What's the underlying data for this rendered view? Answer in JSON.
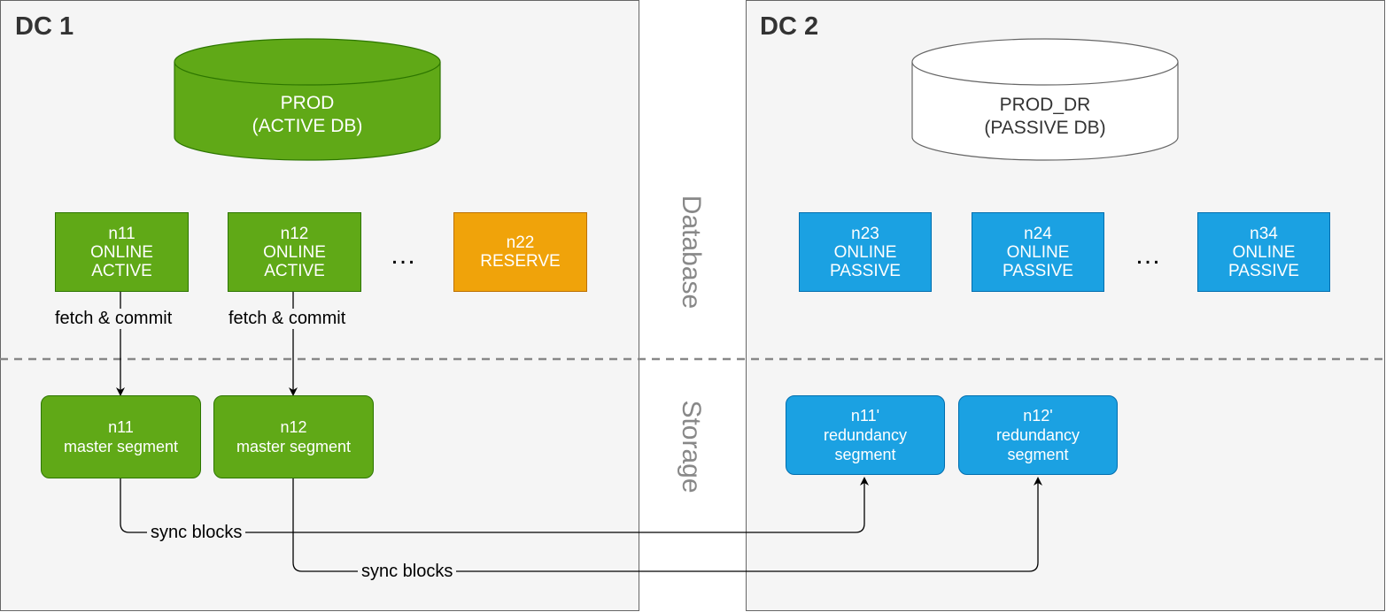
{
  "dc1": {
    "title": "DC 1",
    "db": {
      "name": "PROD",
      "role": "(ACTIVE DB)",
      "color": "#60a917"
    },
    "nodes": [
      {
        "id": "n11",
        "state": "ONLINE",
        "role": "ACTIVE"
      },
      {
        "id": "n12",
        "state": "ONLINE",
        "role": "ACTIVE"
      }
    ],
    "ellipsis": "…",
    "reserve": {
      "id": "n22",
      "role": "RESERVE",
      "color": "#f0a30a"
    },
    "edge_label": "fetch & commit",
    "segments": [
      {
        "id": "n11",
        "label": "master segment"
      },
      {
        "id": "n12",
        "label": "master segment"
      }
    ]
  },
  "dc2": {
    "title": "DC 2",
    "db": {
      "name": "PROD_DR",
      "role": "(PASSIVE DB)",
      "color": "#ffffff"
    },
    "nodes": [
      {
        "id": "n23",
        "state": "ONLINE",
        "role": "PASSIVE"
      },
      {
        "id": "n24",
        "state": "ONLINE",
        "role": "PASSIVE"
      },
      {
        "id": "n34",
        "state": "ONLINE",
        "role": "PASSIVE"
      }
    ],
    "ellipsis": "…",
    "segments": [
      {
        "id": "n11'",
        "label_1": "redundancy",
        "label_2": "segment"
      },
      {
        "id": "n12'",
        "label_1": "redundancy",
        "label_2": "segment"
      }
    ]
  },
  "layers": {
    "database": "Database",
    "storage": "Storage"
  },
  "sync_label": "sync blocks",
  "colors": {
    "green": "#60a917",
    "orange": "#f0a30a",
    "blue": "#1ba1e2",
    "panel": "#f5f5f5"
  }
}
